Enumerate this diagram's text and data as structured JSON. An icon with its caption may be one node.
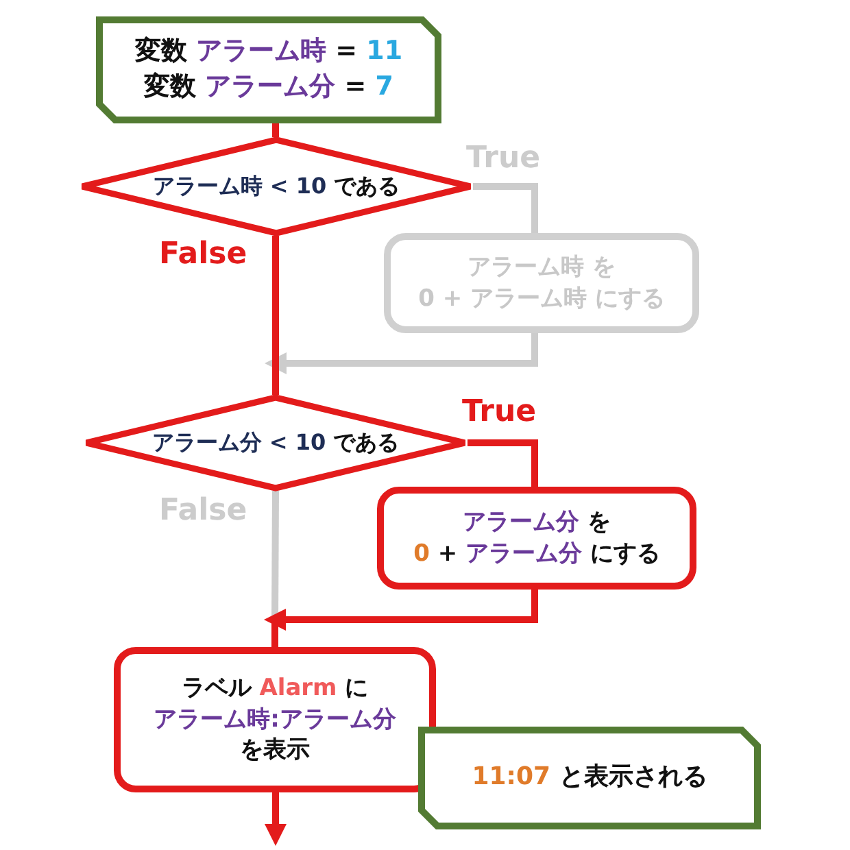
{
  "diagram": {
    "nodes": [
      {
        "text": [
          "変数 *アラーム時* = *11*",
          "変数 *アラーム分* = *7*"
        ]
      },
      {
        "text": [
          "*アラーム時 < 10* である"
        ]
      },
      {
        "text": [
          "アラーム時 を",
          "0 + アラーム時 にする"
        ]
      },
      {
        "text": [
          "*アラーム分 < 10* である"
        ]
      },
      {
        "text": [
          "*アラーム分* を",
          "*0* + *アラーム分* にする"
        ]
      },
      {
        "text": [
          "ラベル *Alarm* に",
          "*アラーム時:アラーム分*",
          "を表示"
        ]
      },
      {
        "text": [
          "*11:07* と表示される"
        ]
      }
    ],
    "edges": [
      {
        "from": 0,
        "to": 1,
        "arrow": "none"
      },
      {
        "from": 1,
        "to": 2,
        "arrow": "none",
        "label": "True",
        "color": "#cccccc"
      },
      {
        "from": 2,
        "to": 3,
        "arrow": "to",
        "color": "#cccccc"
      },
      {
        "from": 1,
        "to": 3,
        "arrow": "none",
        "label": "False"
      },
      {
        "from": 3,
        "to": 4,
        "arrow": "none",
        "label": "True"
      },
      {
        "from": 3,
        "to": 5,
        "arrow": "none",
        "label": "False",
        "color": "#cccccc"
      },
      {
        "from": 4,
        "to": 5,
        "arrow": "to"
      },
      {
        "from": 5,
        "to": null,
        "arrow": "to"
      }
    ]
  }
}
